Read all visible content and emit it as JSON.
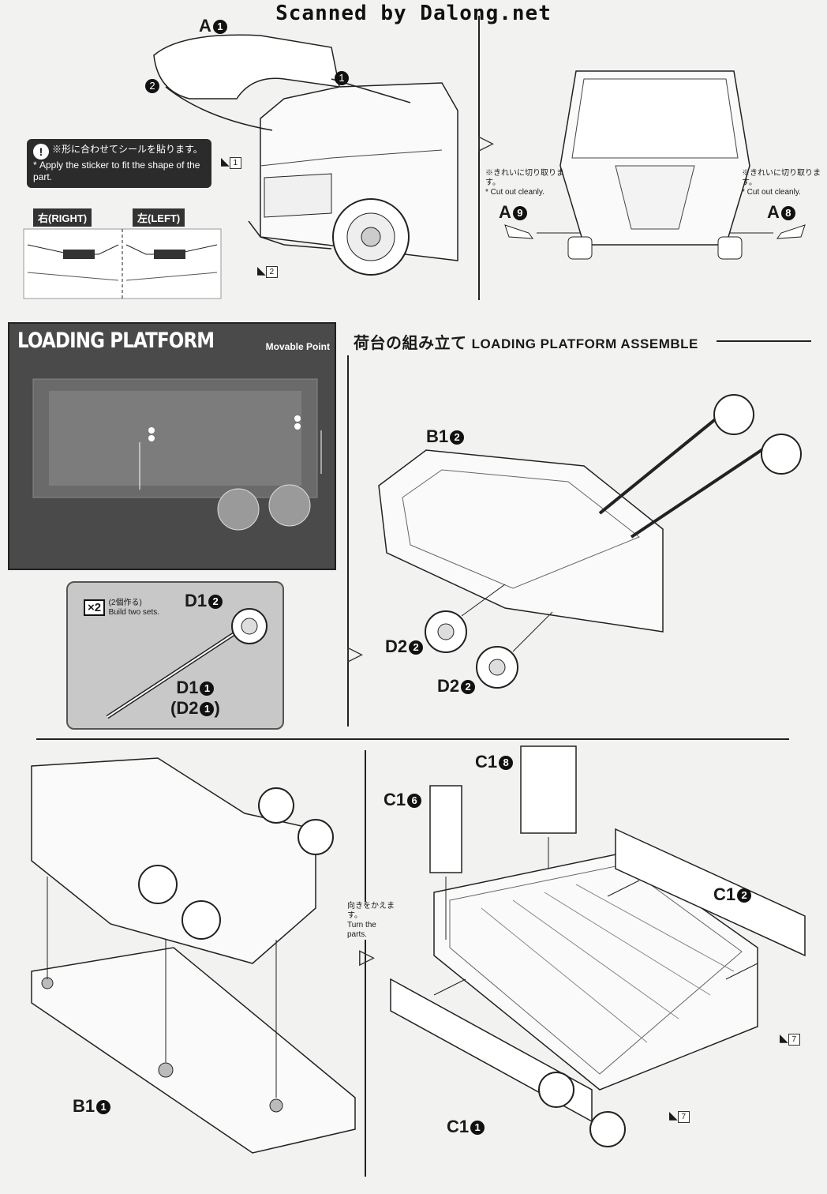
{
  "watermark": "Scanned by Dalong.net",
  "step_top_left": {
    "part": "A",
    "part_num": "1",
    "arrow_1": "1",
    "arrow_2": "2",
    "note_jp": "※形に合わせてシールを貼ります。",
    "note_en": "* Apply the sticker to fit the shape of the part.",
    "warn_symbol": "!",
    "right_label": "右(RIGHT)",
    "left_label": "左(LEFT)",
    "sticker_1": "1",
    "sticker_2": "2"
  },
  "step_top_right": {
    "left_part": "A",
    "left_part_num": "9",
    "right_part": "A",
    "right_part_num": "8",
    "cut_jp_left": "※きれいに切り取ります。",
    "cut_en_left": "* Cut out cleanly.",
    "cut_jp_right": "※きれいに切り取ります。",
    "cut_en_right": "* Cut out cleanly."
  },
  "loading_panel": {
    "title": "LOADING PLATFORM",
    "movable": "Movable Point"
  },
  "section_header": {
    "jp": "荷台の組み立て",
    "en": "LOADING PLATFORM ASSEMBLE"
  },
  "subassembly": {
    "multiplier": "×2",
    "jp": "(2個作る)",
    "en": "Build two sets.",
    "wheel": "D1",
    "wheel_num": "2",
    "axle": "D1",
    "axle_num": "1",
    "axle_alt": "(D2",
    "axle_alt_num": "1",
    "axle_alt_close": ")"
  },
  "step_mid_right": {
    "base": "B1",
    "base_num": "2",
    "wheel_a": "D2",
    "wheel_a_num": "2",
    "wheel_b": "D2",
    "wheel_b_num": "2"
  },
  "step_bottom_left": {
    "base": "B1",
    "base_num": "1"
  },
  "step_bottom_right": {
    "turn_jp": "向きをかえます。",
    "turn_en": "Turn the parts.",
    "c18": "C1",
    "c18_num": "8",
    "c16": "C1",
    "c16_num": "6",
    "c12": "C1",
    "c12_num": "2",
    "c11": "C1",
    "c11_num": "1",
    "sticker_a": "7",
    "sticker_b": "7"
  }
}
